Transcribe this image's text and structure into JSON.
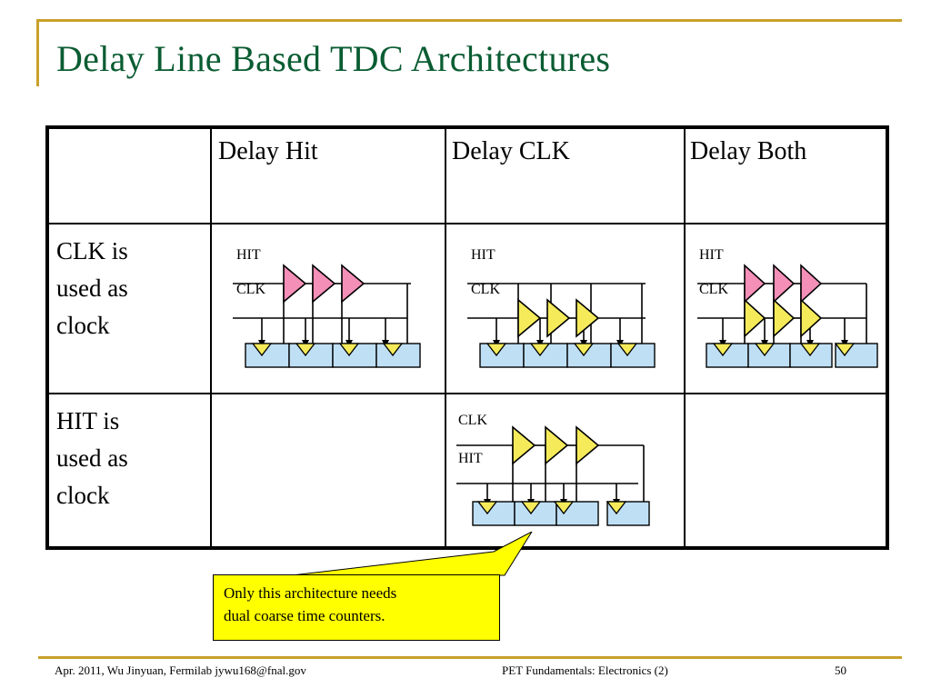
{
  "slide": {
    "title": "Delay Line Based TDC Architectures",
    "accent_color": "#c8a02a",
    "title_color": "#0a5c32"
  },
  "table": {
    "columns": [
      "",
      "Delay Hit",
      "Delay CLK",
      "Delay Both"
    ],
    "rows": [
      {
        "label": "CLK is used as clock"
      },
      {
        "label": "HIT is used as clock"
      }
    ],
    "cells": {
      "r1c1": {
        "present": true,
        "top_label": "HIT",
        "bottom_label": "CLK",
        "top_buffer_color": "#f48fb8",
        "bottom_buffer_color": "#ffffff",
        "buffers_on": "top",
        "stages": 4
      },
      "r1c2": {
        "present": true,
        "top_label": "HIT",
        "bottom_label": "CLK",
        "top_buffer_color": "#ffffff",
        "bottom_buffer_color": "#f5eb5a",
        "buffers_on": "bottom",
        "stages": 4
      },
      "r1c3": {
        "present": true,
        "top_label": "HIT",
        "bottom_label": "CLK",
        "top_buffer_color": "#f48fb8",
        "bottom_buffer_color": "#f5eb5a",
        "buffers_on": "both",
        "stages": 4
      },
      "r2c1": {
        "present": false
      },
      "r2c2": {
        "present": true,
        "top_label": "CLK",
        "bottom_label": "HIT",
        "top_buffer_color": "#f5eb5a",
        "bottom_buffer_color": "#ffffff",
        "buffers_on": "top",
        "stages": 4
      },
      "r2c3": {
        "present": false
      }
    }
  },
  "circuit_legend": {
    "hit_label": "HIT",
    "clk_label": "CLK",
    "flipflop_fill": "#bfdff5",
    "clock_triangle_fill": "#f5eb5a",
    "hit_buffer_fill": "#f48fb8",
    "clk_buffer_fill": "#f5eb5a",
    "wire_color": "#000000"
  },
  "callout": {
    "line1": "Only this architecture needs",
    "line2": "dual coarse time counters.",
    "fill": "#ffff00"
  },
  "footer": {
    "left": "Apr. 2011, Wu Jinyuan, Fermilab jywu168@fnal.gov",
    "center": "PET Fundamentals: Electronics (2)",
    "page": "50"
  }
}
